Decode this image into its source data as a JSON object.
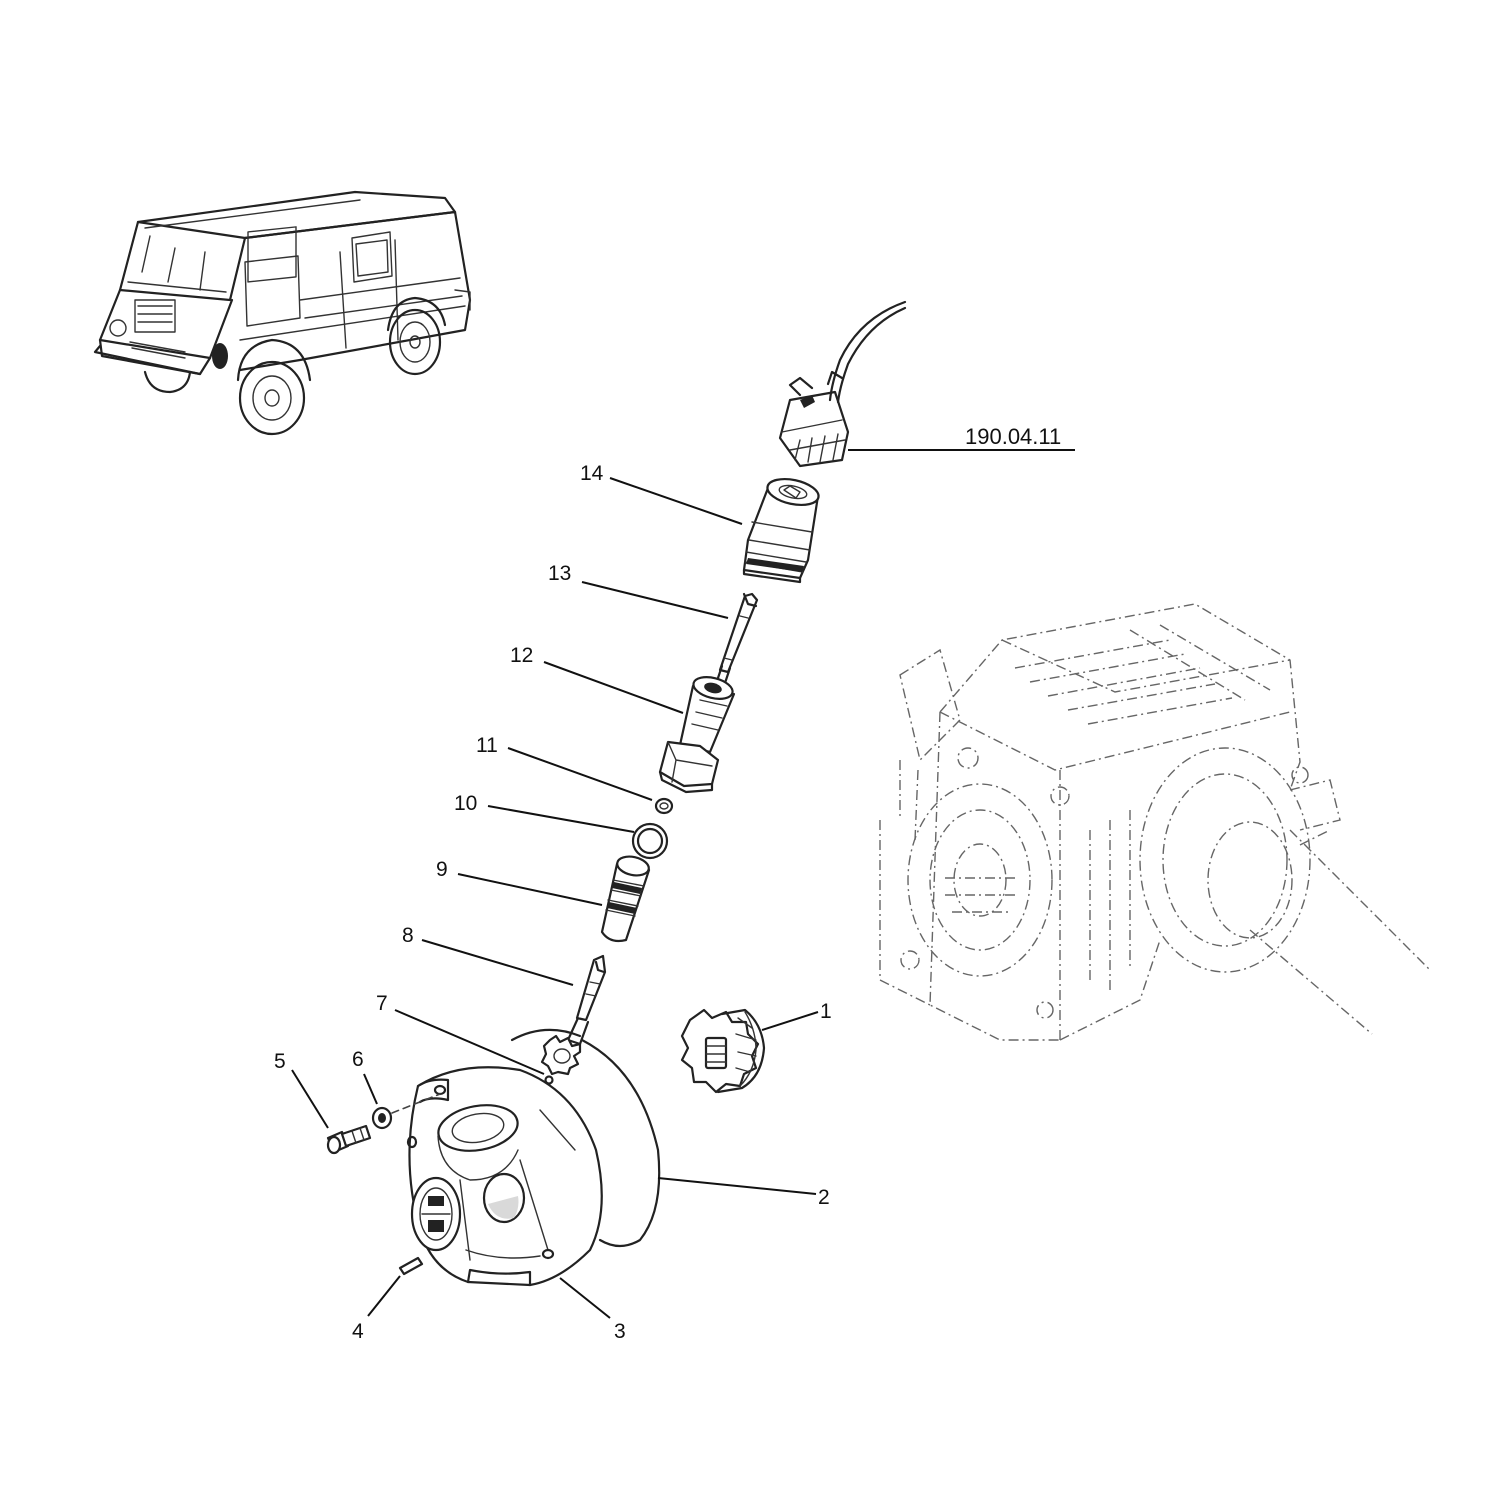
{
  "reference": {
    "code": "190.04.11"
  },
  "callouts": [
    {
      "id": "1",
      "text": "1"
    },
    {
      "id": "2",
      "text": "2"
    },
    {
      "id": "3",
      "text": "3"
    },
    {
      "id": "4",
      "text": "4"
    },
    {
      "id": "5",
      "text": "5"
    },
    {
      "id": "6",
      "text": "6"
    },
    {
      "id": "7",
      "text": "7"
    },
    {
      "id": "8",
      "text": "8"
    },
    {
      "id": "9",
      "text": "9"
    },
    {
      "id": "10",
      "text": "10"
    },
    {
      "id": "11",
      "text": "11"
    },
    {
      "id": "12",
      "text": "12"
    },
    {
      "id": "13",
      "text": "13"
    },
    {
      "id": "14",
      "text": "14"
    }
  ]
}
